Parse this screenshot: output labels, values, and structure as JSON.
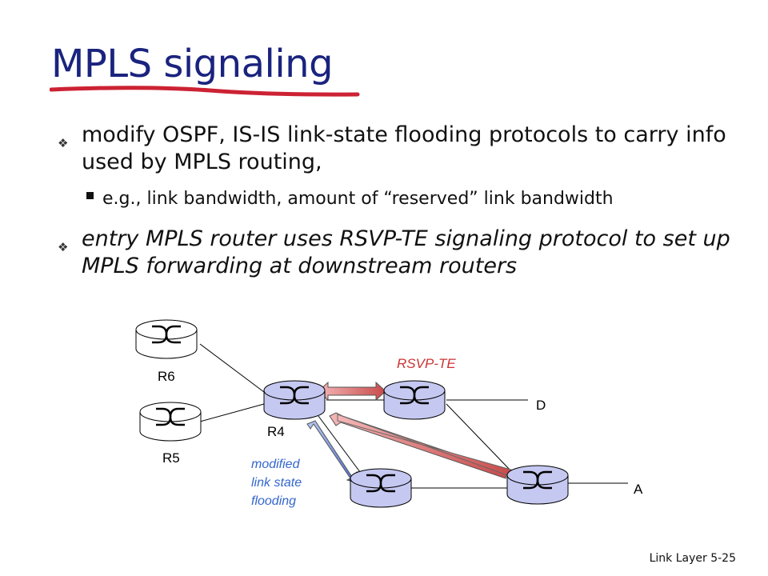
{
  "slide": {
    "title": "MPLS signaling",
    "bullets": [
      {
        "text": "modify OSPF, IS-IS link-state flooding protocols to carry info used by MPLS routing,",
        "sub": [
          "e.g., link bandwidth, amount of “reserved” link bandwidth"
        ]
      },
      {
        "text": "entry MPLS router uses RSVP-TE signaling protocol to set up MPLS forwarding at downstream routers"
      }
    ]
  },
  "diagram": {
    "routers": [
      "R6",
      "R5",
      "R4"
    ],
    "destinations": [
      "D",
      "A"
    ],
    "rsvp_label": "RSVP-TE",
    "flood_label_lines": [
      "modified",
      "link state",
      "flooding"
    ]
  },
  "footer": {
    "chapter": "Link Layer",
    "page": "5-25"
  },
  "colors": {
    "title": "#1a237e",
    "underline": "#cc2233",
    "rsvp_label": "#cc3333",
    "flood_label": "#3366cc",
    "mpls_router": "#c5c8f0",
    "plain_router": "#ffffff"
  }
}
